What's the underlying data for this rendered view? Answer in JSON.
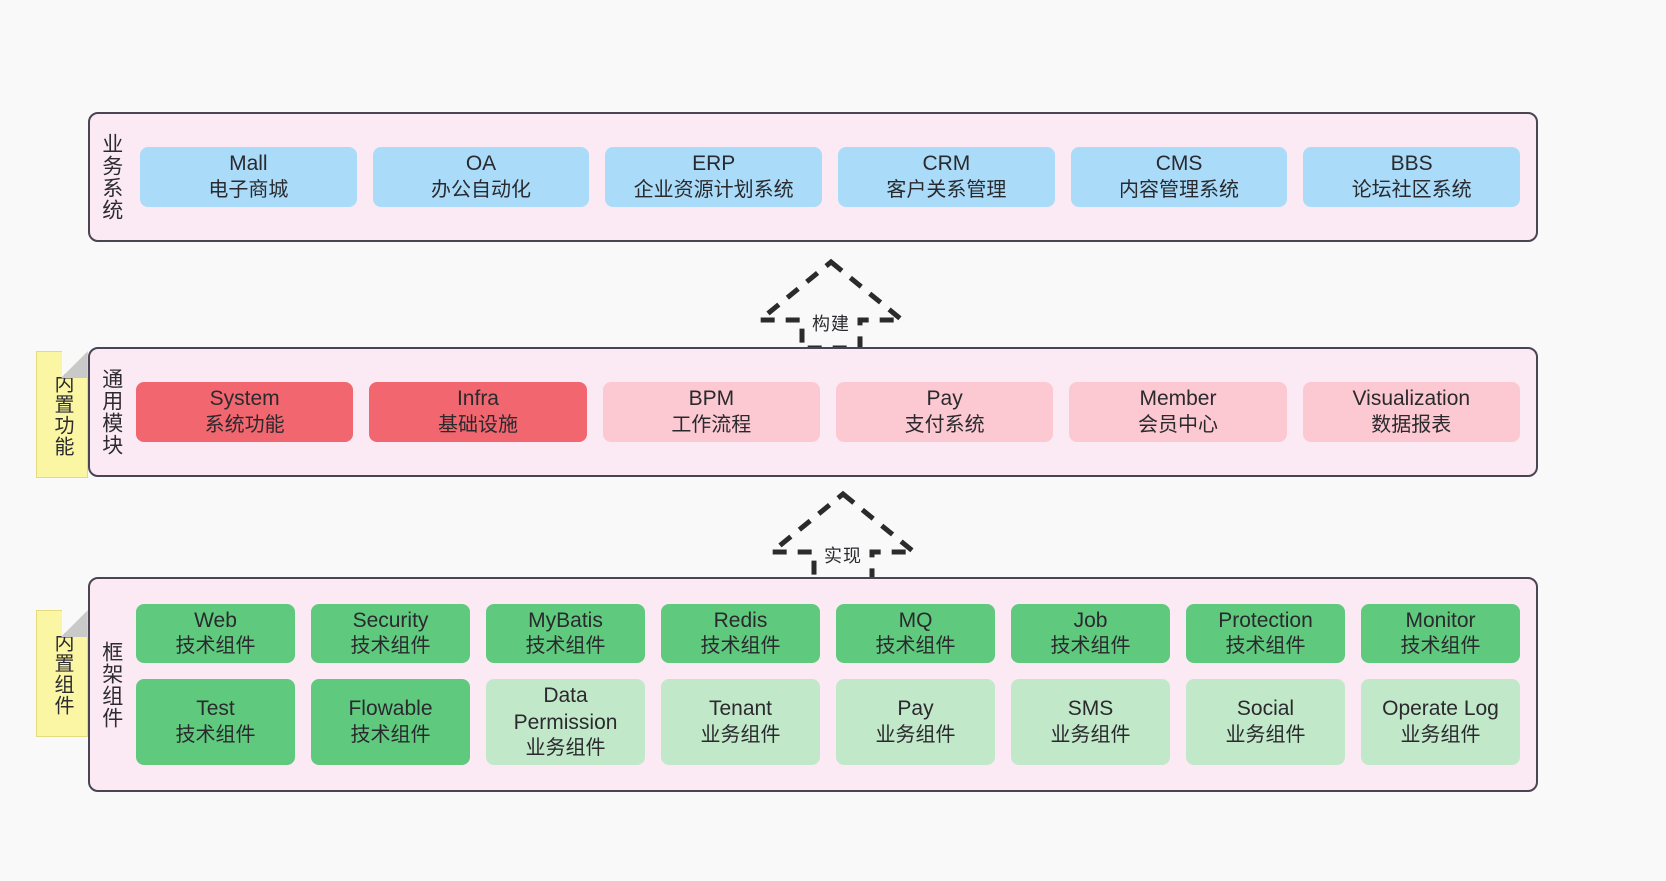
{
  "diagram": {
    "title": "Framework layered architecture",
    "background_color": "#f9f9f9",
    "layer_fill": "#fbeaf4",
    "layer_border": "#4a4453",
    "note_fill": "#fbf6a3"
  },
  "notes": [
    {
      "id": "builtin-function",
      "label": "内置功能"
    },
    {
      "id": "builtin-component",
      "label": "内置组件"
    }
  ],
  "arrows": [
    {
      "id": "build",
      "label": "构建",
      "style": "dashed-hollow-up"
    },
    {
      "id": "implement",
      "label": "实现",
      "style": "dashed-hollow-up"
    }
  ],
  "layers": [
    {
      "id": "business-system",
      "title": "业务系统",
      "rows": [
        {
          "cells": [
            {
              "en": "Mall",
              "cn": "电子商城",
              "color": "#aadcfa",
              "tone": "blue"
            },
            {
              "en": "OA",
              "cn": "办公自动化",
              "color": "#aadcfa",
              "tone": "blue"
            },
            {
              "en": "ERP",
              "cn": "企业资源计划系统",
              "color": "#aadcfa",
              "tone": "blue"
            },
            {
              "en": "CRM",
              "cn": "客户关系管理",
              "color": "#aadcfa",
              "tone": "blue"
            },
            {
              "en": "CMS",
              "cn": "内容管理系统",
              "color": "#aadcfa",
              "tone": "blue"
            },
            {
              "en": "BBS",
              "cn": "论坛社区系统",
              "color": "#aadcfa",
              "tone": "blue"
            }
          ]
        }
      ]
    },
    {
      "id": "common-module",
      "title": "通用模块",
      "rows": [
        {
          "cells": [
            {
              "en": "System",
              "cn": "系统功能",
              "color": "#f1666f",
              "tone": "red"
            },
            {
              "en": "Infra",
              "cn": "基础设施",
              "color": "#f1666f",
              "tone": "red"
            },
            {
              "en": "BPM",
              "cn": "工作流程",
              "color": "#fcc8d2",
              "tone": "pink"
            },
            {
              "en": "Pay",
              "cn": "支付系统",
              "color": "#fcc8d2",
              "tone": "pink"
            },
            {
              "en": "Member",
              "cn": "会员中心",
              "color": "#fcc8d2",
              "tone": "pink"
            },
            {
              "en": "Visualization",
              "cn": "数据报表",
              "color": "#fcc8d2",
              "tone": "pink"
            }
          ]
        }
      ]
    },
    {
      "id": "framework-component",
      "title": "框架组件",
      "rows": [
        {
          "cells": [
            {
              "en": "Web",
              "cn": "技术组件",
              "color": "#5fc97e",
              "tone": "green"
            },
            {
              "en": "Security",
              "cn": "技术组件",
              "color": "#5fc97e",
              "tone": "green"
            },
            {
              "en": "MyBatis",
              "cn": "技术组件",
              "color": "#5fc97e",
              "tone": "green"
            },
            {
              "en": "Redis",
              "cn": "技术组件",
              "color": "#5fc97e",
              "tone": "green"
            },
            {
              "en": "MQ",
              "cn": "技术组件",
              "color": "#5fc97e",
              "tone": "green"
            },
            {
              "en": "Job",
              "cn": "技术组件",
              "color": "#5fc97e",
              "tone": "green"
            },
            {
              "en": "Protection",
              "cn": "技术组件",
              "color": "#5fc97e",
              "tone": "green"
            },
            {
              "en": "Monitor",
              "cn": "技术组件",
              "color": "#5fc97e",
              "tone": "green"
            }
          ]
        },
        {
          "cells": [
            {
              "en": "Test",
              "cn": "技术组件",
              "color": "#5fc97e",
              "tone": "green"
            },
            {
              "en": "Flowable",
              "cn": "技术组件",
              "color": "#5fc97e",
              "tone": "green"
            },
            {
              "en": "Data Permission",
              "cn": "业务组件",
              "color": "#c2e8ca",
              "tone": "lightgreen"
            },
            {
              "en": "Tenant",
              "cn": "业务组件",
              "color": "#c2e8ca",
              "tone": "lightgreen"
            },
            {
              "en": "Pay",
              "cn": "业务组件",
              "color": "#c2e8ca",
              "tone": "lightgreen"
            },
            {
              "en": "SMS",
              "cn": "业务组件",
              "color": "#c2e8ca",
              "tone": "lightgreen"
            },
            {
              "en": "Social",
              "cn": "业务组件",
              "color": "#c2e8ca",
              "tone": "lightgreen"
            },
            {
              "en": "Operate Log",
              "cn": "业务组件",
              "color": "#c2e8ca",
              "tone": "lightgreen"
            }
          ]
        }
      ]
    }
  ]
}
